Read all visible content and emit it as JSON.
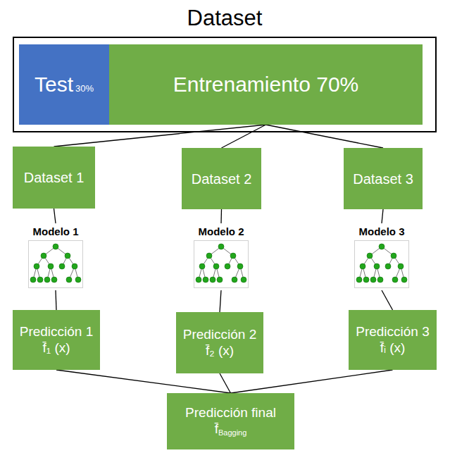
{
  "diagram": {
    "nodes": [
      {
        "text": [
          "Dataset"
        ]
      },
      {
        "text": [
          "Test",
          "30%"
        ],
        "in": 0
      },
      {
        "text": [
          "Entrenamiento 70%"
        ],
        "in": 0
      },
      {
        "text": [
          "Dataset 1"
        ]
      },
      {
        "text": [
          "Dataset 2"
        ]
      },
      {
        "text": [
          "Dataset 3"
        ]
      },
      {
        "text": [
          "Modelo 1"
        ]
      },
      {
        "text": [
          "Modelo 2"
        ]
      },
      {
        "text": [
          "Modelo 3"
        ]
      },
      {
        "text": [
          "Predicción 1",
          "f̄₁ (x)"
        ]
      },
      {
        "text": [
          "Predicción 2",
          "f̄₂ (x)"
        ]
      },
      {
        "text": [
          "Predicción 3",
          "f̄ᵢ (x)"
        ]
      },
      {
        "text": [
          "Predicción final",
          "f̄",
          "Bagging"
        ]
      }
    ],
    "edges": [
      {
        "from": 2,
        "to": 3,
        "arrow": "none"
      },
      {
        "from": 2,
        "to": 4,
        "arrow": "none"
      },
      {
        "from": 2,
        "to": 5,
        "arrow": "none"
      },
      {
        "from": 3,
        "to": 6,
        "arrow": "none"
      },
      {
        "from": 4,
        "to": 7,
        "arrow": "none"
      },
      {
        "from": 5,
        "to": 8,
        "arrow": "none"
      },
      {
        "from": 6,
        "to": 9,
        "arrow": "none"
      },
      {
        "from": 7,
        "to": 10,
        "arrow": "none"
      },
      {
        "from": 8,
        "to": 11,
        "arrow": "none"
      },
      {
        "from": 9,
        "to": 12,
        "arrow": "none"
      },
      {
        "from": 10,
        "to": 12,
        "arrow": "none"
      },
      {
        "from": 11,
        "to": 12,
        "arrow": "none"
      }
    ]
  }
}
